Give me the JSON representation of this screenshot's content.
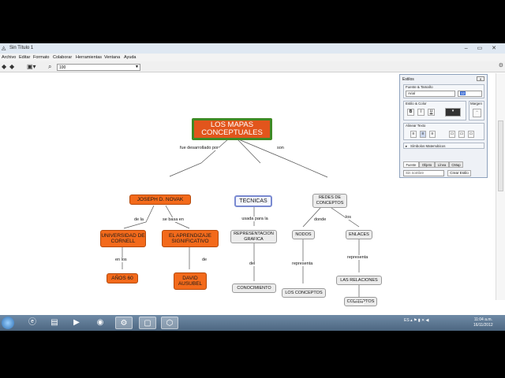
{
  "window": {
    "title": "Sin Título 1",
    "controls": "–  ▭  ✕"
  },
  "menu": [
    "Archivo",
    "Editar",
    "Formato",
    "Colaborar",
    "Herramientas",
    "Ventana",
    "Ayuda"
  ],
  "toolbar": {
    "zoom_value": "100"
  },
  "concept_map": {
    "root": "LOS MAPAS CONCEPTUALES",
    "nodes": {
      "novak": "JOSEPH D. NOVAK",
      "tecnicas": "TECNICAS",
      "redes": "REDES DE CONCEPTOS",
      "cornell": "UNIVERSIDAD DE CORNELL",
      "aprendizaje": "EL APRENDIZAJE SIGNIFICATIVO",
      "anos60": "AÑOS 60",
      "ausubel": "DAVID AUSUBEL",
      "representacion": "REPRESENTACION GRAFICA",
      "conocimiento": "CONOCIMIENTO",
      "nodos": "NODOS",
      "enlaces": "ENLACES",
      "los_conceptos": "LOS CONCEPTOS",
      "las_relaciones": "LAS RELACIONES",
      "conceptos": "CONCEPTOS"
    },
    "links": {
      "fue_desarrollado_por": "fue desarrollado por",
      "son": "son",
      "de_la": "de la",
      "se_basa_en": "se basa en",
      "en_los": "en los",
      "de": "de",
      "usada_para_la": "usada para la",
      "del": "del",
      "donde": "donde",
      "los": "los",
      "representa_1": "representa",
      "representa_2": "representa",
      "entre": "entre"
    }
  },
  "styles_panel": {
    "title": "Estilos",
    "font_group": "Fuente & Tamaño",
    "font_name": "Arial",
    "font_size": "12",
    "style_group": "Estilo & Color",
    "margin_label": "Margen",
    "bold": "B",
    "italic": "I",
    "underline": "U",
    "align_group": "Alinear Texto",
    "math_symbols": "Símbolos Matemáticos",
    "tabs": [
      "Fuente",
      "Objeto",
      "Línea",
      "CMap"
    ],
    "style_name_placeholder": "Sin nombre",
    "create_style": "Crear Estilo"
  },
  "tray": {
    "lang": "ES",
    "time": "11:04 a.m.",
    "date": "16/11/2012"
  }
}
